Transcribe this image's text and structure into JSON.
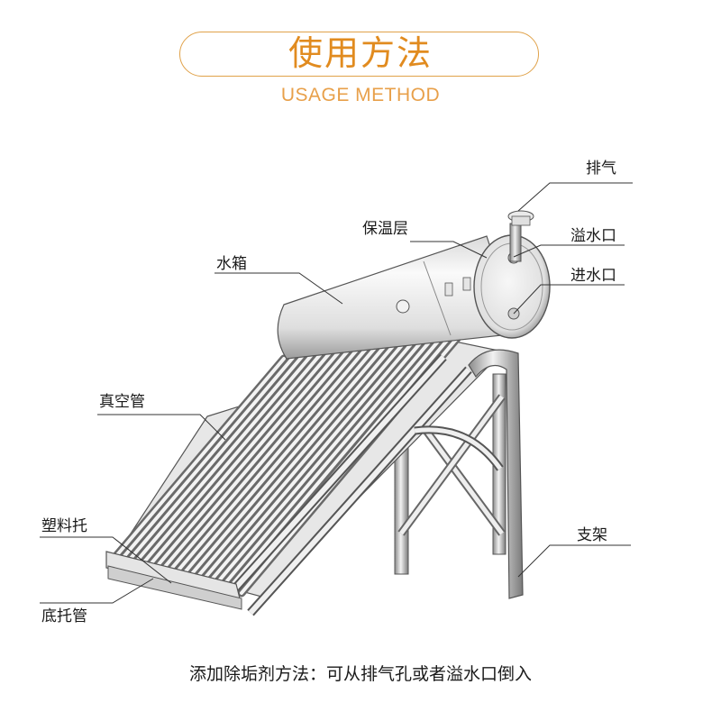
{
  "header": {
    "title": "使用方法",
    "subtitle": "USAGE METHOD"
  },
  "labels": {
    "exhaust": "排气",
    "insulation": "保温层",
    "overflow": "溢水口",
    "inlet": "进水口",
    "tank": "水箱",
    "vacuum_tube": "真空管",
    "plastic_holder": "塑料托",
    "base_tube": "底托管",
    "stand": "支架"
  },
  "caption": "添加除垢剂方法：可从排气孔或者溢水口倒入",
  "colors": {
    "accent": "#e18b1f",
    "accent_light": "#e8a04a",
    "line": "#555555"
  }
}
